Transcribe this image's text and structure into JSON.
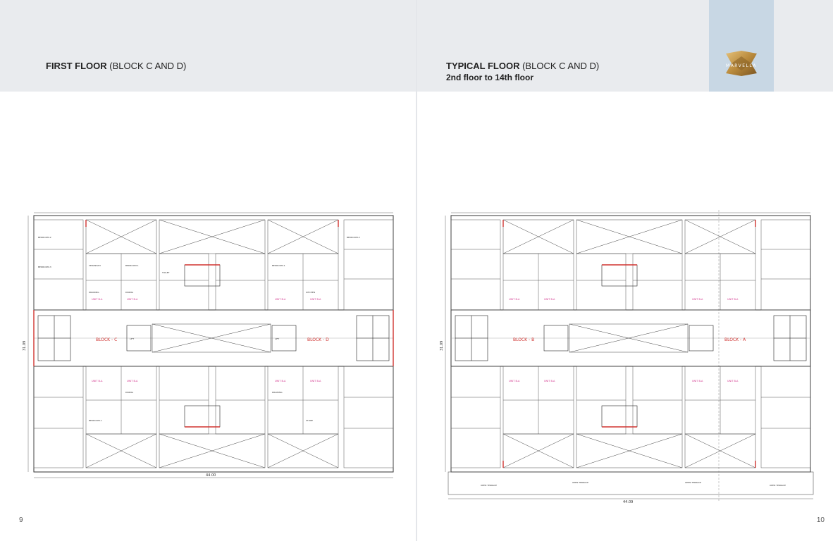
{
  "left_page": {
    "title_bold": "FIRST FLOOR",
    "title_regular": " (BLOCK C AND D)",
    "page_number": "9",
    "plan": {
      "overall_width": "44.00",
      "overall_depth": "31.09",
      "block_left": "BLOCK - C",
      "block_right": "BLOCK - D",
      "rooms": [
        "BEDROOM-1",
        "BEDROOM-2",
        "BEDROOM-3",
        "DINING",
        "DRAWING",
        "KITCHEN",
        "TOILET",
        "STORE",
        "LIFT",
        "VERANDAH"
      ]
    }
  },
  "right_page": {
    "title_bold": "TYPICAL FLOOR",
    "title_regular": " (BLOCK C AND D)",
    "subtitle": "2nd floor to 14th floor",
    "page_number": "10",
    "logo_text": "MARVELLA",
    "plan": {
      "overall_width": "44.09",
      "overall_depth": "31.09",
      "block_left": "BLOCK - B",
      "block_right": "BLOCK - A",
      "terrace_label": "OPEN TERRACE"
    }
  },
  "colors": {
    "header_bg": "#e9ebee",
    "logo_bg": "#c8d7e4",
    "logo_gold": "#b98a3c",
    "plan_line": "#333333",
    "plan_red": "#d0322f",
    "plan_magenta": "#d2338c"
  }
}
